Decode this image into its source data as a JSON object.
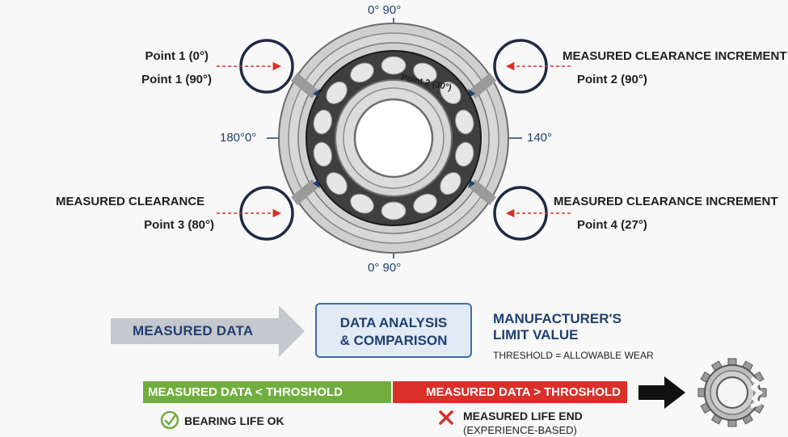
{
  "angles": {
    "top": "0° 90°",
    "bottom": "0° 90°",
    "left": "180°0°",
    "right": "140°"
  },
  "labels": {
    "top_left_line1": "Point 1 (0°)",
    "top_left_line2": "Point 1 (90°)",
    "top_right_line1": "MEASURED CLEARANCE INCREMENT",
    "top_right_line2": "Point 2 (90°)",
    "center_ring": "Point 2 (30°)",
    "bottom_left_line1": "MEASURED CLEARANCE",
    "bottom_left_line2": "Point 3 (80°)",
    "bottom_right_line1": "MEASURED CLEARANCE INCREMENT",
    "bottom_right_line2": "Point 4 (27°)"
  },
  "flow": {
    "measured_data": "MEASURED DATA",
    "analysis_line1": "DATA ANALYSIS",
    "analysis_line2": "& COMPARISON",
    "limit_line1": "MANUFACTURER'S",
    "limit_line2": "LIMIT VALUE",
    "threshold": "THRESHOLD = ALLOWABLE WEAR"
  },
  "status": {
    "below": "MEASURED DATA < THROSHOLD",
    "above": "MEASURED DATA > THROSHOLD",
    "ok": "BEARING LIFE OK",
    "end_line1": "MEASURED LIFE END",
    "end_line2": "(EXPERIENCE-BASED)"
  },
  "colors": {
    "navy": "#1f3f72",
    "green": "#72ae3e",
    "red": "#d9302a",
    "circle": "#1e2a44"
  },
  "icons": [
    "check-circle-icon",
    "cross-icon",
    "worn-gear-icon",
    "arrow-right-icon"
  ]
}
